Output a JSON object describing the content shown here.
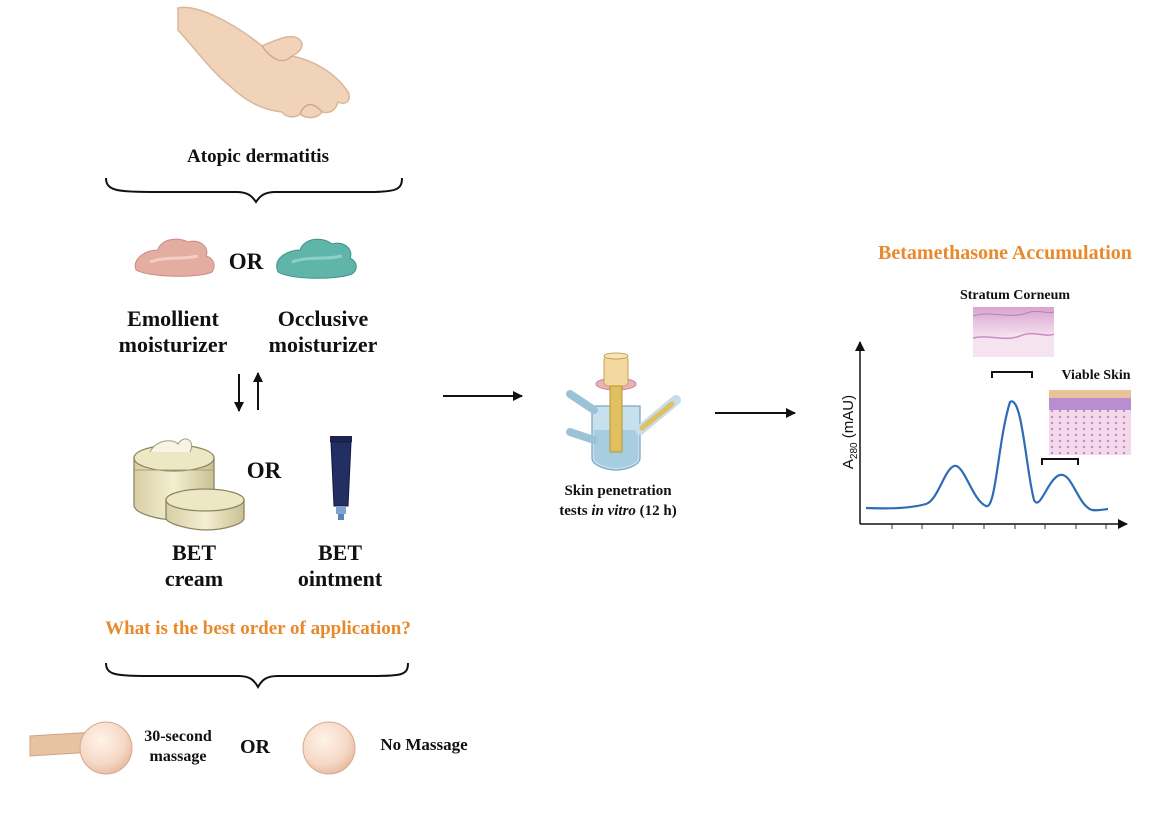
{
  "left": {
    "condition_label": "Atopic dermatitis",
    "moisturizers": {
      "or_label": "OR",
      "emollient_label": [
        "Emollient",
        "moisturizer"
      ],
      "occlusive_label": [
        "Occlusive",
        "moisturizer"
      ]
    },
    "bet": {
      "or_label": "OR",
      "cream_label": [
        "BET",
        "cream"
      ],
      "ointment_label": [
        "BET",
        "ointment"
      ]
    },
    "question": "What is the best order of application?",
    "massage": {
      "option1_label": [
        "30-second",
        "massage"
      ],
      "or_label": "OR",
      "option2_label": "No Massage"
    }
  },
  "middle": {
    "test_label_line1": "Skin penetration",
    "test_label_line2_prefix": "tests ",
    "test_label_line2_italic": "in vitro",
    "test_label_line2_suffix": " (12 h)"
  },
  "right": {
    "title": "Betamethasone Accumulation",
    "ylabel_main": "A",
    "ylabel_sub": "280",
    "ylabel_unit": " (mAU)",
    "stratum_label": "Stratum Corneum",
    "viable_label": "Viable Skin"
  },
  "colors": {
    "accent_orange": "#E8892C",
    "curve_blue": "#2E6CB5",
    "emollient_pink": "#E3ADA2",
    "occlusive_teal": "#5FB5AA",
    "tube_navy": "#232F63"
  },
  "icons": [
    "hand-scratching-icon",
    "emollient-cream-icon",
    "occlusive-cream-icon",
    "cream-jar-icon",
    "ointment-tube-icon",
    "franz-cell-icon",
    "skin-sphere-icon",
    "finger-icon",
    "stratum-corneum-tissue-icon",
    "viable-skin-tissue-icon"
  ]
}
